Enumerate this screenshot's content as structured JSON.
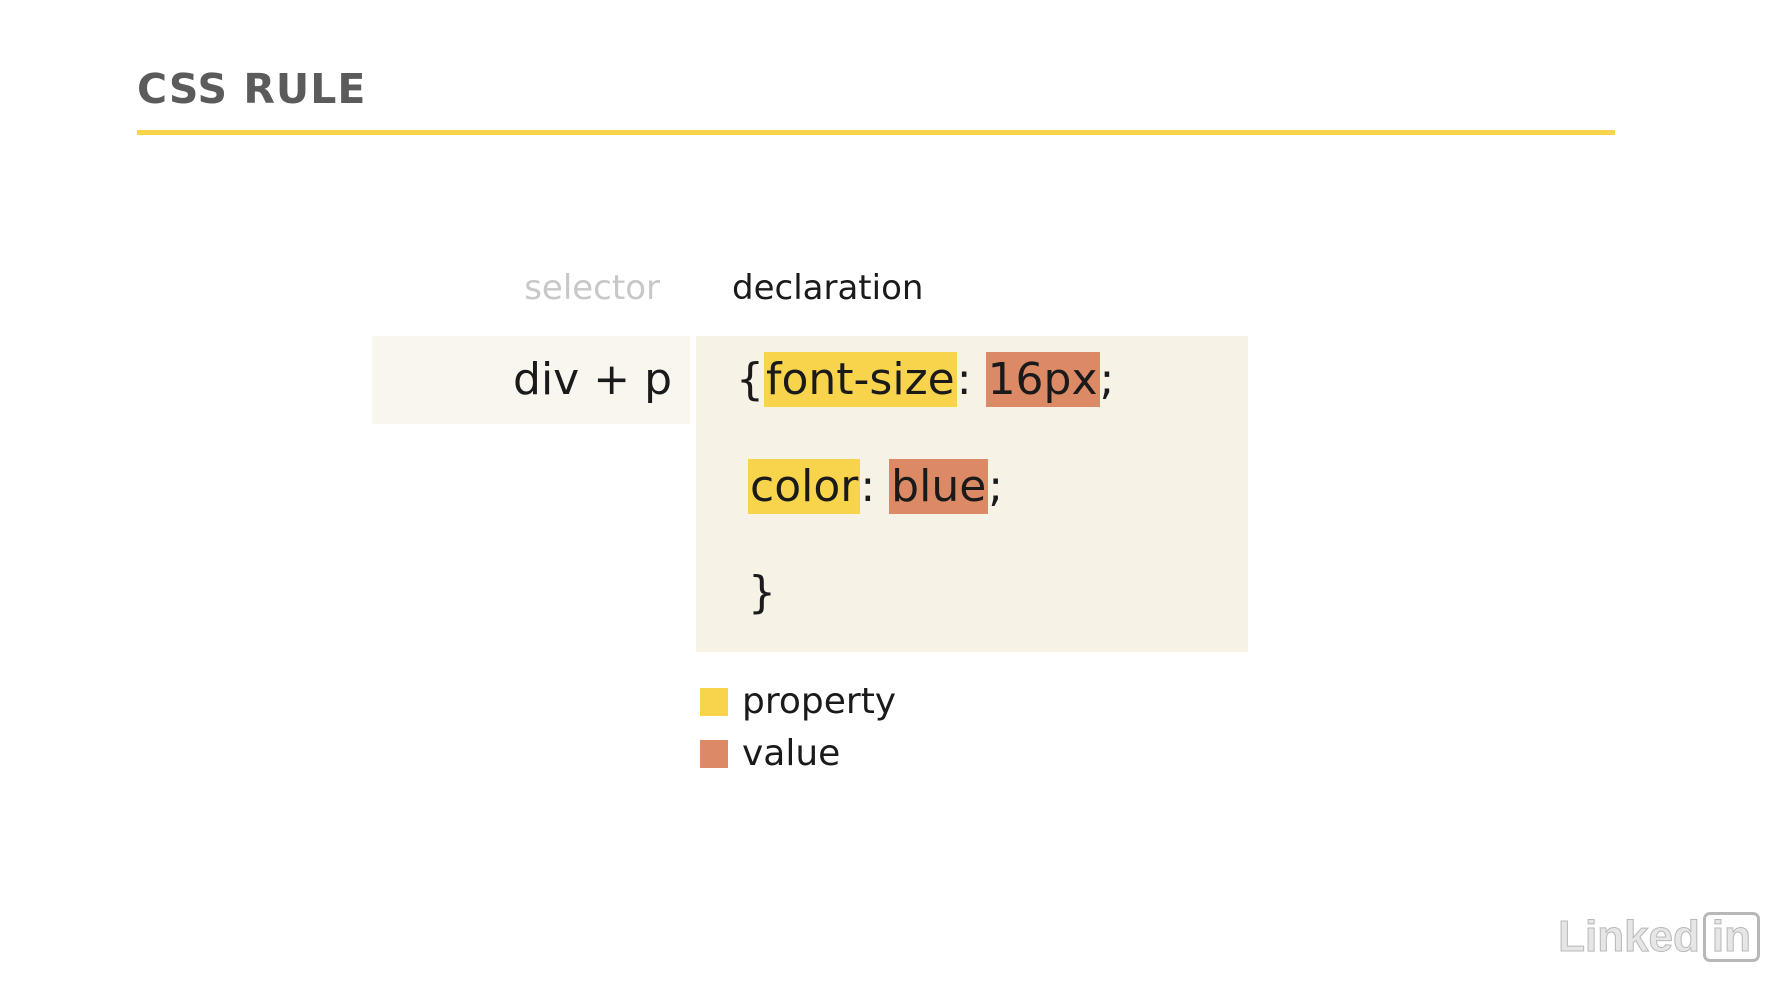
{
  "slide": {
    "title": "CSS RULE"
  },
  "headers": {
    "selector": "selector",
    "declaration": "declaration"
  },
  "rule": {
    "selector": "div + p",
    "open_brace": "{",
    "decl1_property": "font-size",
    "decl1_colon": ": ",
    "decl1_value": "16px",
    "decl1_semicolon": ";",
    "decl2_property": "color",
    "decl2_colon": ": ",
    "decl2_value": "blue",
    "decl2_semicolon": ";",
    "close_brace": "}"
  },
  "legend": {
    "items": [
      {
        "label": "property",
        "color": "#f8d44c"
      },
      {
        "label": "value",
        "color": "#db8a65"
      }
    ]
  },
  "logo": {
    "text_left": "Linked",
    "text_box": "in"
  },
  "colors": {
    "accent_rule": "#f7d44a",
    "property_highlight": "#f8d44c",
    "value_highlight": "#db8a65",
    "declaration_bg": "#f7f2e6",
    "selector_bg": "#f9f6ef"
  }
}
